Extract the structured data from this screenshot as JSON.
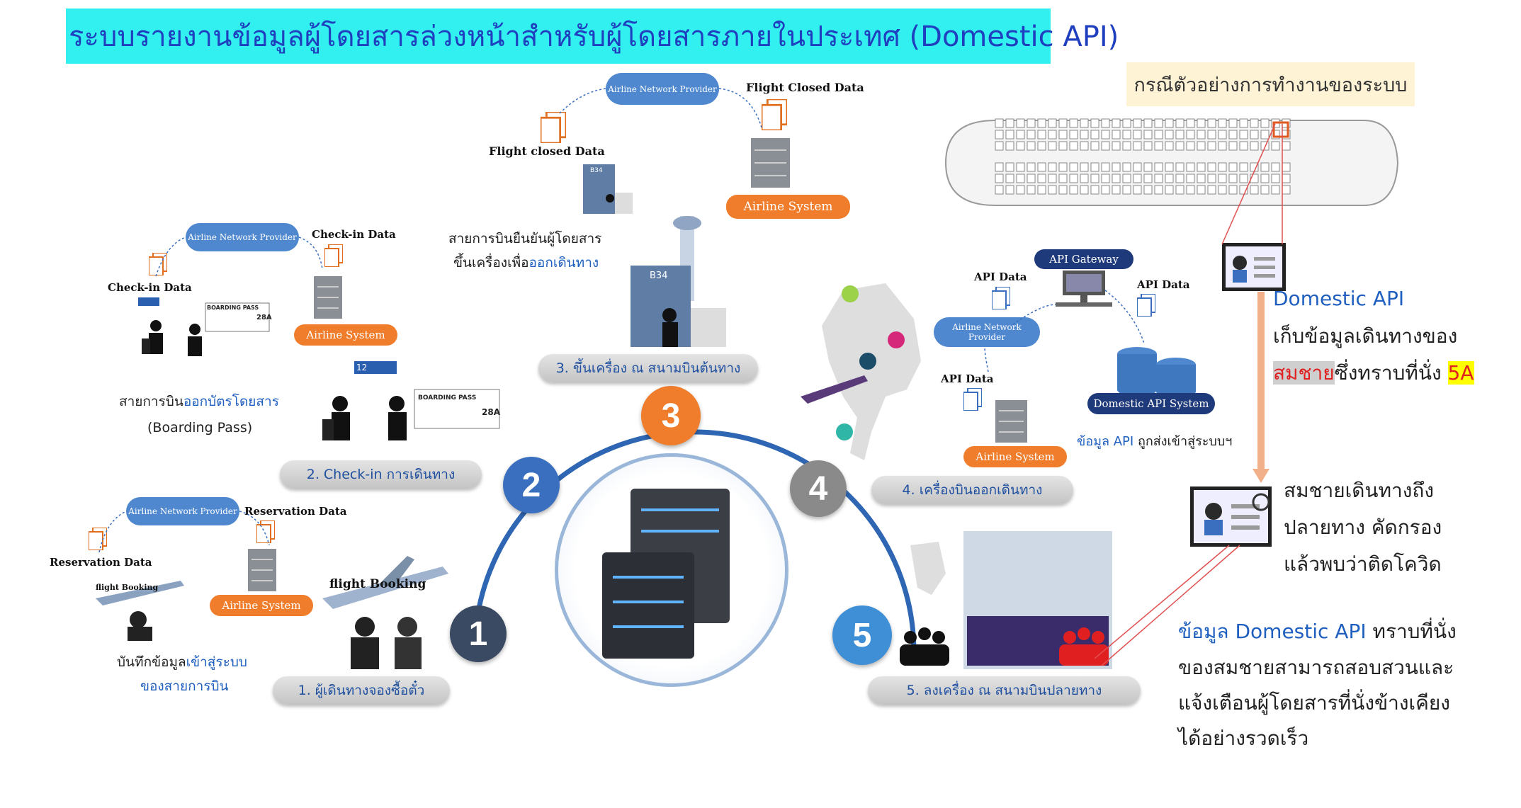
{
  "title": "ระบบรายงานข้อมูลผู้โดยสารล่วงหน้าสำหรับผู้โดยสารภายในประเทศ (Domestic API)",
  "example_heading": "กรณีตัวอย่างการทำงานของระบบ",
  "cloud_label": "Airline Network Provider",
  "airline_system": "Airline System",
  "flight_booking": "flight Booking",
  "stations": [
    {
      "number": "1",
      "label": "1. ผู้เดินทางจองซื้อตั๋ว",
      "color": "#3a4a63"
    },
    {
      "number": "2",
      "label": "2. Check-in การเดินทาง",
      "color": "#3a6fc0"
    },
    {
      "number": "3",
      "label": "3. ขึ้นเครื่อง ณ สนามบินต้นทาง",
      "color": "#ef7d2b"
    },
    {
      "number": "4",
      "label": "4. เครื่องบินออกเดินทาง",
      "color": "#8a8a8a"
    },
    {
      "number": "5",
      "label": "5. ลงเครื่อง ณ สนามบินปลายทาง",
      "color": "#3f8fd6"
    }
  ],
  "step1": {
    "reservation_left": "Reservation Data",
    "reservation_right": "Reservation Data",
    "caption_line1_pre": "บันทึกข้อมูล",
    "caption_line1_hl": "เข้าสู่ระบบ",
    "caption_line2": "ของสายการบิน"
  },
  "step2": {
    "checkin_left": "Check-in Data",
    "checkin_right": "Check-in Data",
    "boarding_pass": "BOARDING PASS",
    "seat": "28A",
    "counter": "12",
    "caption_line1_pre": "สายการบิน",
    "caption_line1_hl": "ออกบัตรโดยสาร",
    "caption_line2": "(Boarding Pass)"
  },
  "step3": {
    "closed_left": "Flight closed Data",
    "closed_right": "Flight Closed Data",
    "gate": "B34",
    "caption_line1": "สายการบินยืนยันผู้โดยสาร",
    "caption_line2_pre": "ขึ้นเครื่องเพื่อ",
    "caption_line2_hl": "ออกเดินทาง"
  },
  "step4": {
    "api_gateway": "API Gateway",
    "api_data_1": "API Data",
    "api_data_2": "API Data",
    "api_data_3": "API Data",
    "domestic_api_system": "Domestic API System",
    "sent_pre": "ข้อมูล API",
    "sent_post": "ถูกส่งเข้าสู่ระบบฯ"
  },
  "right_panel": {
    "domestic_api": "Domestic API",
    "collect_line": "เก็บข้อมูลเดินทางของ",
    "name_hl": "สมชาย",
    "seat_text": "ซึ่งทราบที่นั่ง",
    "seat_hl": "5A",
    "arrive_1": "สมชายเดินทางถึง",
    "arrive_2": "ปลายทาง คัดกรอง",
    "arrive_3": "แล้วพบว่าติดโควิด",
    "final_1_hl": "ข้อมูล Domestic API",
    "final_1_post": "ทราบที่นั่ง",
    "final_2": "ของสมชายสามารถสอบสวนและ",
    "final_3": "แจ้งเตือนผู้โดยสารที่นั่งข้างเคียง",
    "final_4": "ได้อย่างรวดเร็ว"
  },
  "colors": {
    "title_bg": "#33f0f0",
    "title_text": "#1f3fbf",
    "orange": "#ef7d2b",
    "navy": "#1f3a7a",
    "cloud": "#4f88cf",
    "highlight_yellow": "#ffff00",
    "highlight_red": "#e02020"
  }
}
